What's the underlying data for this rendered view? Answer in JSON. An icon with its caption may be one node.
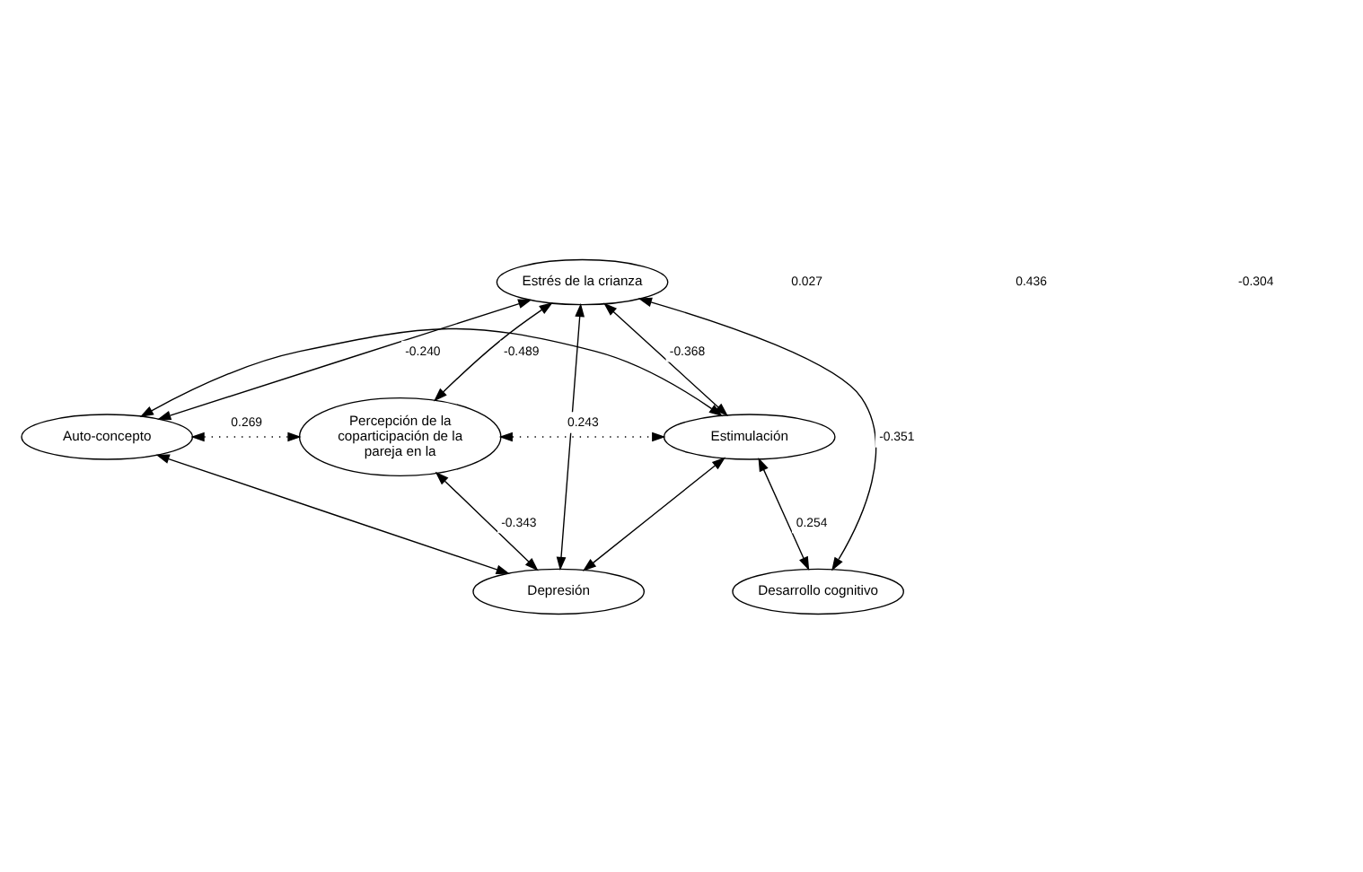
{
  "diagram": {
    "nodes": [
      {
        "text": [
          "Estrés de la crianza"
        ]
      },
      {
        "text": [
          "Auto-concepto"
        ]
      },
      {
        "text": [
          "Percepción de la coparticipación de la pareja en la"
        ]
      },
      {
        "text": [
          "Estimulación"
        ]
      },
      {
        "text": [
          "Depresión"
        ]
      },
      {
        "text": [
          "Desarrollo cognitivo"
        ]
      }
    ],
    "edges": [
      {
        "from": 1,
        "to": 0,
        "arrow": "both",
        "label": "-0.240"
      },
      {
        "from": 1,
        "to": 3,
        "arrow": "both"
      },
      {
        "from": 0,
        "to": 2,
        "arrow": "both",
        "label": "-0.489"
      },
      {
        "from": 0,
        "to": 3,
        "arrow": "both",
        "label": "-0.368"
      },
      {
        "from": 1,
        "to": 2,
        "arrow": "both",
        "label": "0.269",
        "style": "dashed"
      },
      {
        "from": 2,
        "to": 3,
        "arrow": "both",
        "label": "0.243",
        "style": "dashed"
      },
      {
        "from": 1,
        "to": 4,
        "arrow": "both"
      },
      {
        "from": 0,
        "to": 4,
        "arrow": "both"
      },
      {
        "from": 0,
        "to": 5,
        "arrow": "both",
        "label": "-0.351"
      },
      {
        "from": 2,
        "to": 4,
        "arrow": "both",
        "label": "-0.343"
      },
      {
        "from": 3,
        "to": 5,
        "arrow": "both",
        "label": "0.254"
      },
      {
        "from": 4,
        "to": 3,
        "arrow": "both"
      }
    ],
    "labels": [
      "0.027",
      "0.436",
      "-0.304"
    ]
  }
}
